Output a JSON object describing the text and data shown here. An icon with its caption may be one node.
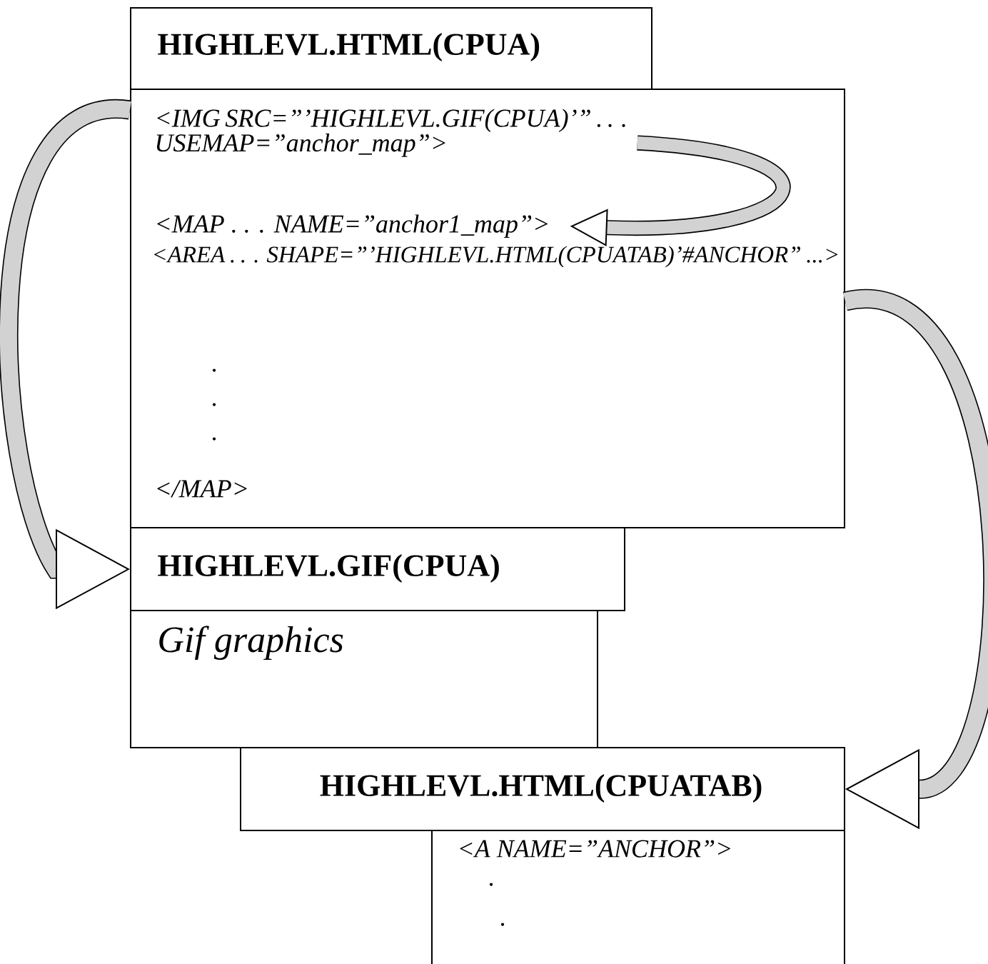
{
  "diagram": {
    "nodes": [
      {
        "text": [
          "HIGHLEVL.HTML(CPUA)"
        ]
      },
      {
        "text": [
          "<AREA . . . SHAPE=”’HIGHLEVL.HTML(CPUATAB)’#ANCHOR” ...>",
          ".",
          ".",
          ".",
          "</MAP>"
        ]
      },
      {
        "text": [
          "<IMG SRC=”’HIGHLEVL.GIF(CPUA)’” . . . USEMAP=”anchor_map”>"
        ],
        "in": 1
      },
      {
        "text": [
          "<MAP . . . NAME=”anchor1_map”>"
        ],
        "in": 1
      },
      {
        "text": [
          "HIGHLEVL.GIF(CPUA)"
        ]
      },
      {
        "text": [
          "Gif graphics"
        ]
      },
      {
        "text": [
          "HIGHLEVL.HTML(CPUATAB)"
        ]
      },
      {
        "text": [
          "<A NAME=”ANCHOR”>",
          ".",
          "."
        ]
      }
    ],
    "edges": [
      {
        "from": 1,
        "to": 4,
        "arrow": "to"
      },
      {
        "from": 2,
        "to": 3,
        "arrow": "to"
      },
      {
        "from": 1,
        "to": 6,
        "arrow": "to"
      }
    ]
  }
}
